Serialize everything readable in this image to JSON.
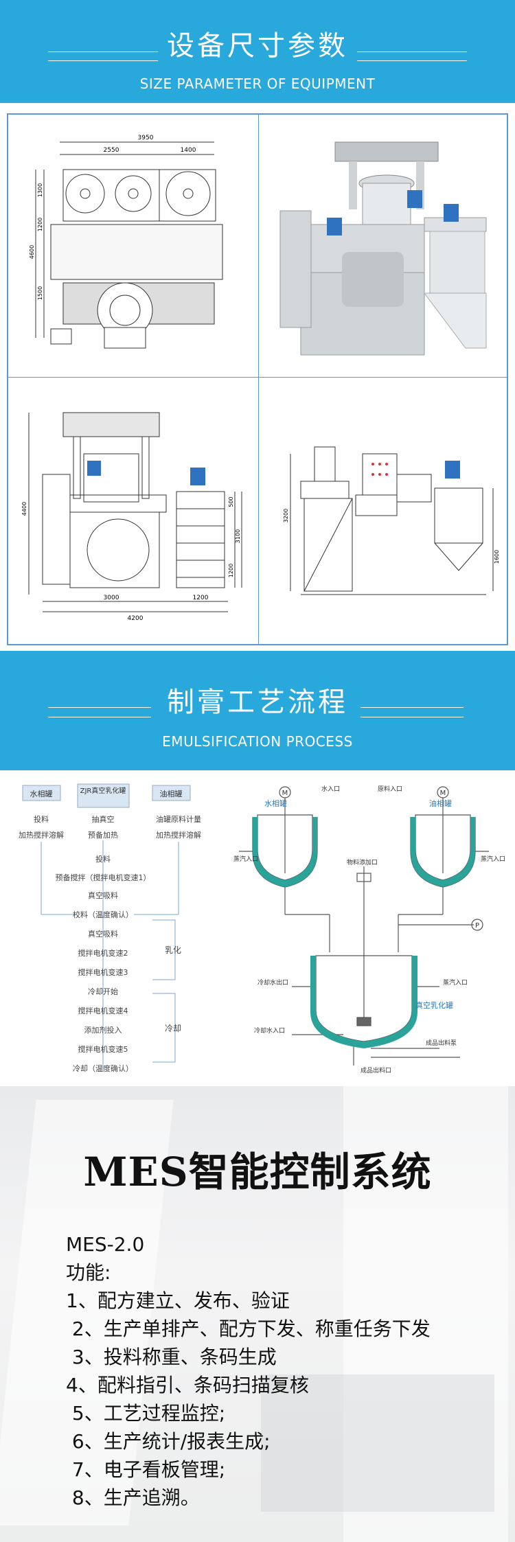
{
  "section1": {
    "title_cn": "设备尺寸参数",
    "title_en": "SIZE PARAMETER OF EQUIPMENT"
  },
  "drawings": {
    "top_view": {
      "dims": [
        "3950",
        "2550",
        "1400",
        "1300",
        "1200",
        "1500",
        "4600"
      ]
    },
    "front_view": {
      "dims": [
        "4400",
        "500",
        "3100",
        "1200",
        "3000",
        "1200",
        "4200"
      ]
    },
    "side_view": {
      "dims": [
        "3200",
        "1600"
      ]
    }
  },
  "section2": {
    "title_cn": "制膏工艺流程",
    "title_en": "EMULSIFICATION PROCESS"
  },
  "flow": {
    "col_heads": [
      "水相罐",
      "ZJR真空乳化罐",
      "油相罐"
    ],
    "water_steps": [
      "投料",
      "加热搅拌溶解"
    ],
    "vac_steps": [
      "抽真空",
      "预备加热"
    ],
    "oil_steps": [
      "油罐原料计量",
      "加热搅拌溶解"
    ],
    "main_steps": [
      "投料",
      "预备搅拌（搅拌电机变速1）",
      "真空吸料",
      "校料（温度确认）",
      "真空吸料",
      "搅拌电机变速2",
      "搅拌电机变速3",
      "冷却开始",
      "搅拌电机变速4",
      "添加剂投入",
      "搅拌电机变速5",
      "冷却（温度确认）"
    ],
    "bracket_labels": [
      "乳化",
      "冷却"
    ]
  },
  "schematic": {
    "water_tank": "水相罐",
    "oil_tank": "油相罐",
    "water_in": "水入口",
    "material_in": "原料入口",
    "steam_in_left": "蒸汽入口",
    "steam_in_right": "蒸汽入口",
    "additive_in": "物料添加口",
    "vacuum_label": "P",
    "cool_out": "冷却水出口",
    "steam_in_mid": "蒸汽入口",
    "vac_tank": "真空乳化罐",
    "cool_in": "冷却水入口",
    "product_pump": "成品出料泵",
    "product_out": "成品出料口",
    "motor": "M"
  },
  "mes": {
    "title": "MES智能控制系统",
    "items": [
      "MES-2.0",
      "功能:",
      "1、配方建立、发布、验证",
      " 2、生产单排产、配方下发、称重任务下发",
      " 3、投料称重、条码生成",
      "4、配料指引、条码扫描复核",
      " 5、工艺过程监控;",
      " 6、生产统计/报表生成;",
      " 7、电子看板管理;",
      " 8、生产追溯。"
    ]
  },
  "colors": {
    "banner": "#29a8dc",
    "teal": "#2aa39a",
    "line_blue": "#5b9ad0"
  }
}
